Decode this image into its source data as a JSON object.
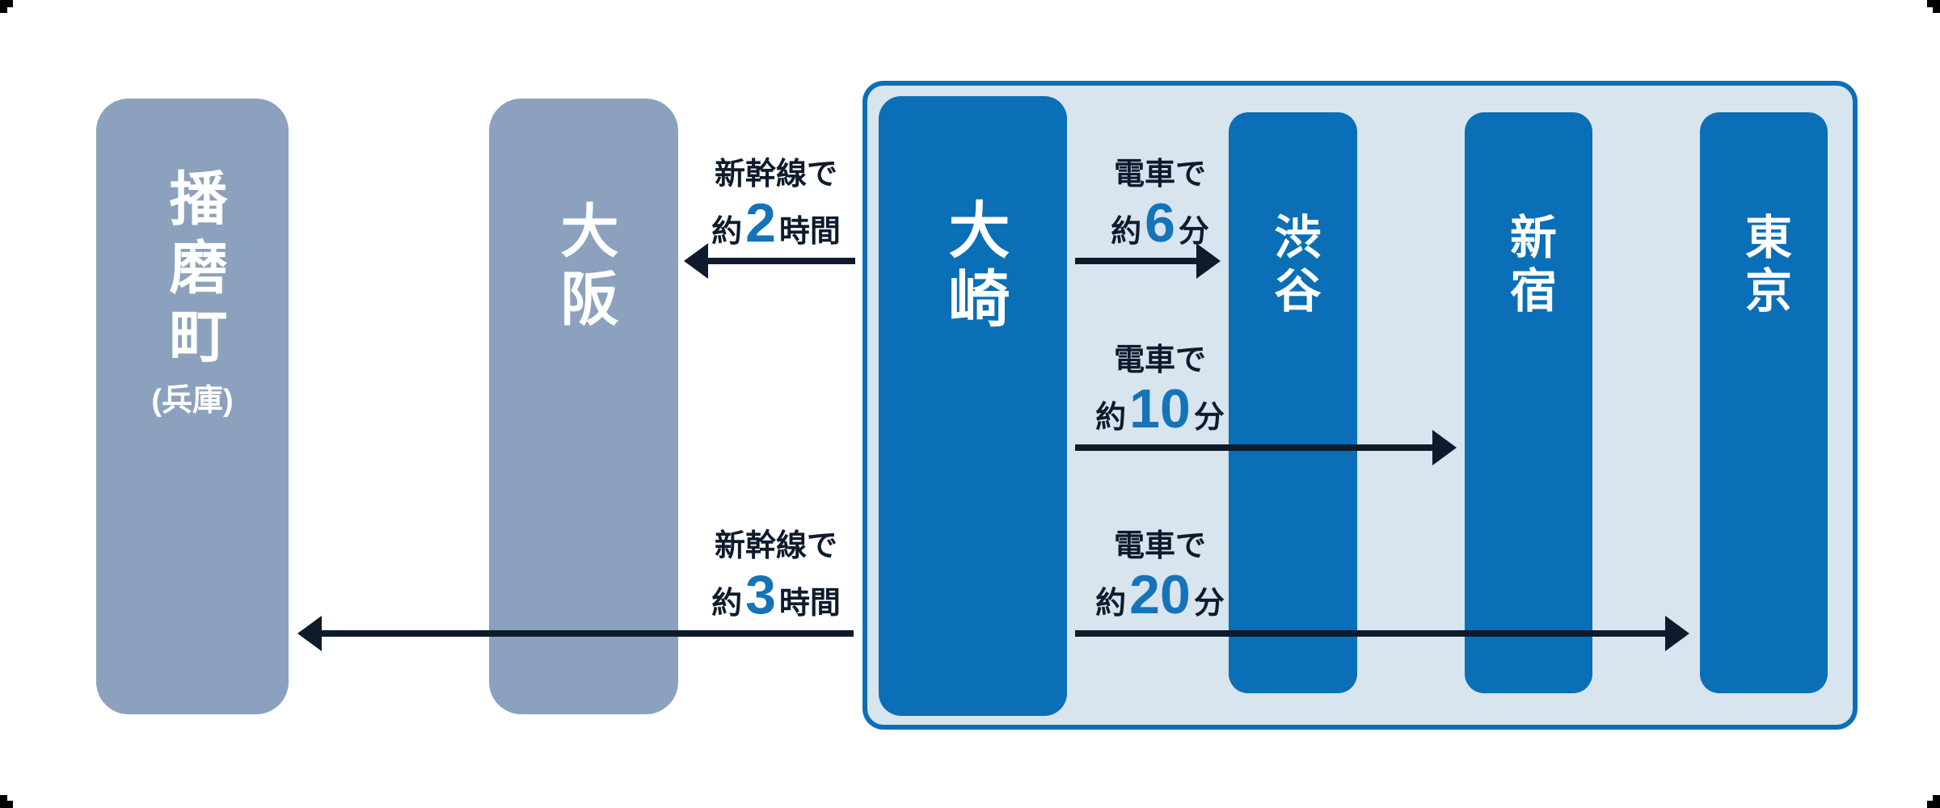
{
  "colors": {
    "pillar_gray_blue": "#8ba1bd",
    "pillar_blue": "#0a6fb6",
    "box_fill": "#d8e4ee",
    "box_border": "#0a6fb6",
    "navy_text": "#0e1b2d",
    "accent_blue": "#1573b9",
    "white_text": "#ffffff",
    "corner_mark": "#000000"
  },
  "stations": {
    "harima": {
      "name": "播磨町",
      "note": "(兵庫)"
    },
    "osaka": {
      "name": "大阪"
    },
    "osaki": {
      "name": "大崎"
    },
    "shibuya": {
      "name": "渋谷"
    },
    "shinjuku": {
      "name": "新宿"
    },
    "tokyo": {
      "name": "東京"
    }
  },
  "routes": [
    {
      "mode": "新幹線で",
      "approx": "約",
      "value": "2",
      "unit": "時間",
      "from": "大崎",
      "to": "大阪",
      "direction": "left"
    },
    {
      "mode": "電車で",
      "approx": "約",
      "value": "6",
      "unit": "分",
      "from": "大崎",
      "to": "渋谷",
      "direction": "right"
    },
    {
      "mode": "電車で",
      "approx": "約",
      "value": "10",
      "unit": "分",
      "from": "大崎",
      "to": "新宿",
      "direction": "right"
    },
    {
      "mode": "新幹線で",
      "approx": "約",
      "value": "3",
      "unit": "時間",
      "from": "大崎",
      "to": "播磨町",
      "direction": "left"
    },
    {
      "mode": "電車で",
      "approx": "約",
      "value": "20",
      "unit": "分",
      "from": "大崎",
      "to": "東京",
      "direction": "right"
    }
  ]
}
